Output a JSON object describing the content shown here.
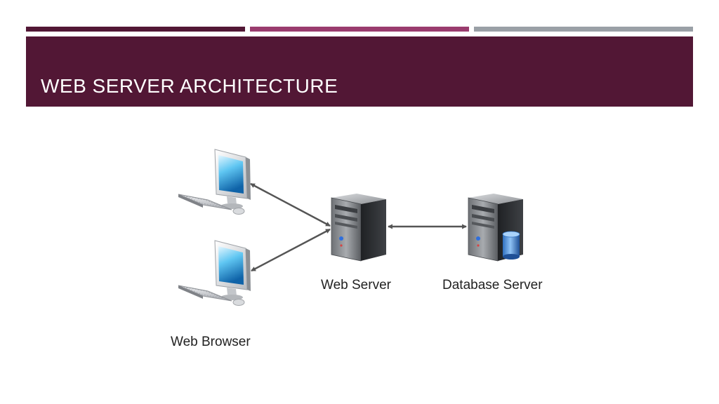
{
  "slide": {
    "title": "WEB SERVER ARCHITECTURE"
  },
  "theme": {
    "stripe_colors": [
      "#521735",
      "#9a3c6e",
      "#9aa0a6"
    ],
    "title_bar_color": "#521735",
    "arrow_color": "#555555"
  },
  "diagram": {
    "nodes": {
      "web_browser": {
        "label": "Web Browser",
        "icon": "desktop-computer-icon"
      },
      "web_server": {
        "label": "Web Server",
        "icon": "server-tower-icon"
      },
      "database_server": {
        "label": "Database Server",
        "icon": "database-server-icon"
      }
    },
    "connections": [
      {
        "from": "web_browser_1",
        "to": "web_server",
        "direction": "bidirectional"
      },
      {
        "from": "web_browser_2",
        "to": "web_server",
        "direction": "bidirectional"
      },
      {
        "from": "web_server",
        "to": "database_server",
        "direction": "bidirectional"
      }
    ]
  }
}
